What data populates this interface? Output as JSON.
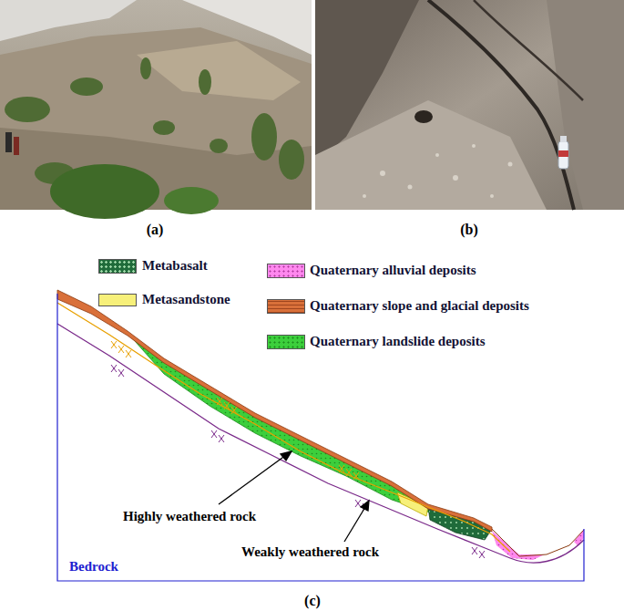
{
  "diagram": {
    "labels": [
      "(a)",
      "(b)",
      "(c)",
      "Highly weathered rock",
      "Weakly weathered rock",
      "Bedrock"
    ],
    "legend": [
      {
        "text": "Metabasalt",
        "color": "#1f6b3a"
      },
      {
        "text": "Quaternary alluvial deposits",
        "color": "#ff88ee"
      },
      {
        "text": "Metasandstone",
        "color": "#f7f07a"
      },
      {
        "text": "Quaternary slope and glacial deposits",
        "color": "#d9703a"
      },
      {
        "text": "Quaternary landslide deposits",
        "color": "#3ccf3c"
      }
    ]
  }
}
